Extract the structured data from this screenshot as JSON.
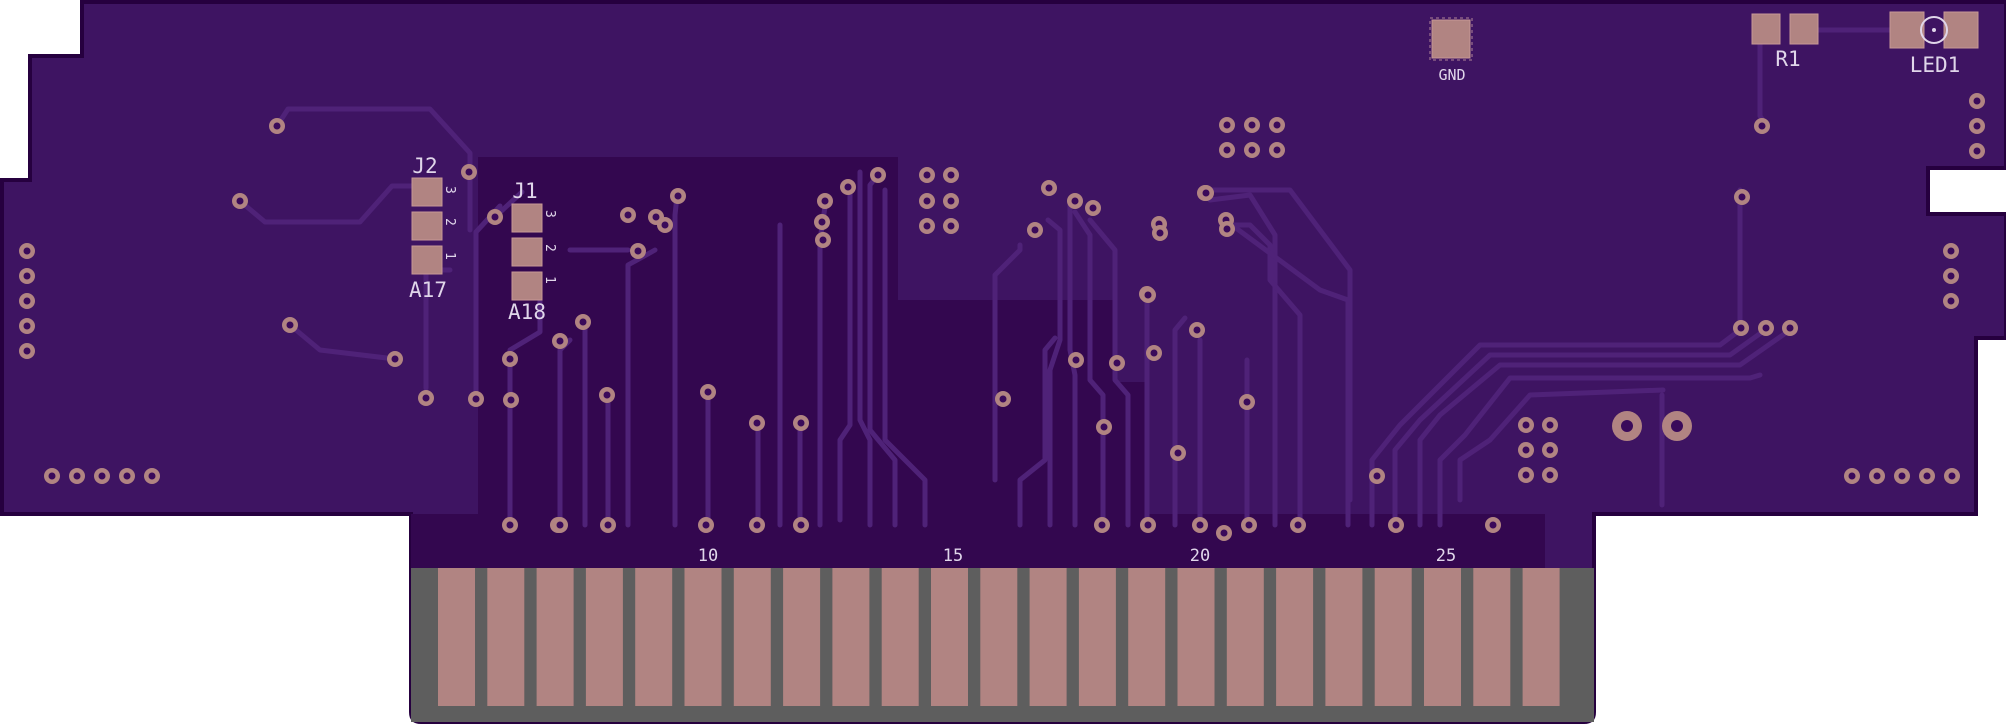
{
  "colors": {
    "board": "#3e1462",
    "board_dark": "#33074f",
    "outline": "#26003f",
    "trace": "#4f2278",
    "copper": "#b18482",
    "via_hole": "#3a0a5a",
    "edge_grey": "#5e5e5e",
    "silk": "#e0d6ea"
  },
  "labels": {
    "gnd": "GND",
    "r1": "R1",
    "led1": "LED1",
    "j2": "J2",
    "j1": "J1",
    "a17": "A17",
    "a18": "A18",
    "pin3": "3",
    "pin2": "2",
    "pin1": "1"
  },
  "edge_connector": {
    "finger_count": 23,
    "pin_numbers": [
      "10",
      "15",
      "20",
      "25"
    ]
  }
}
